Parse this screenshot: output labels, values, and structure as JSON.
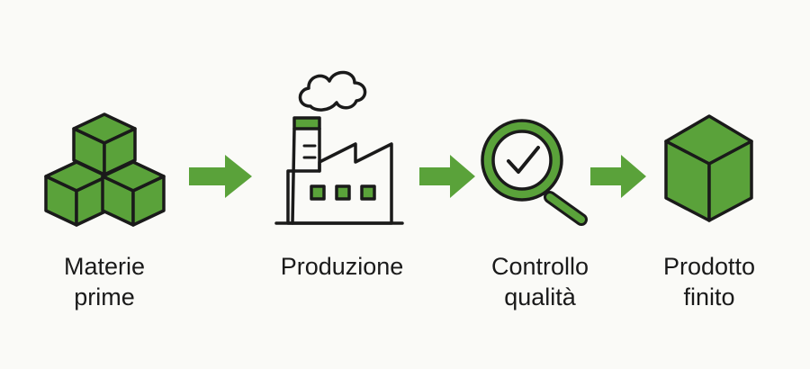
{
  "diagram": {
    "accent_color": "#5aa23a",
    "stroke_color": "#1a1a1a",
    "steps": [
      {
        "icon": "stacked-cubes-icon",
        "label_line1": "Materie",
        "label_line2": "prime"
      },
      {
        "icon": "factory-icon",
        "label_line1": "Produzione",
        "label_line2": ""
      },
      {
        "icon": "magnifier-check-icon",
        "label_line1": "Controllo",
        "label_line2": "qualità"
      },
      {
        "icon": "cube-icon",
        "label_line1": "Prodotto",
        "label_line2": "finito"
      }
    ],
    "arrows": [
      "arrow-right-icon",
      "arrow-right-icon",
      "arrow-right-icon"
    ]
  }
}
